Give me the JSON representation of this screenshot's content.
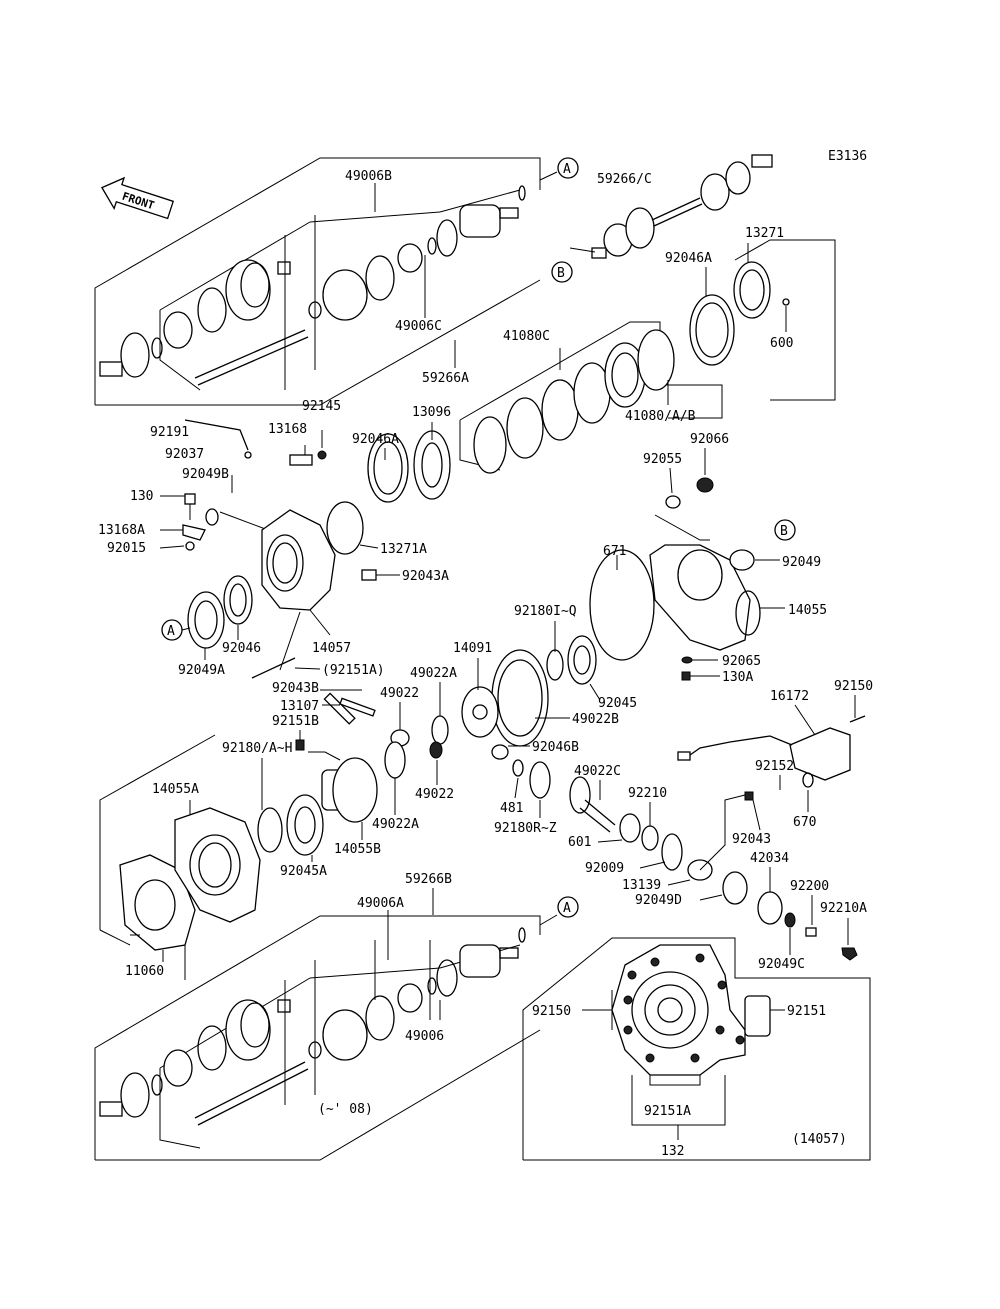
{
  "diagram_code": "E3136",
  "front_label": "FRONT",
  "callout_a": "A",
  "callout_b": "B",
  "labels": {
    "p49006B": "49006B",
    "p59266C": "59266/C",
    "p13271": "13271",
    "p92046A_top": "92046A",
    "p600": "600",
    "p49006C": "49006C",
    "p59266A": "59266A",
    "p41080C": "41080C",
    "p41080AB": "41080/A/B",
    "p92145": "92145",
    "p13096": "13096",
    "p92191": "92191",
    "p13168": "13168",
    "p92046A_mid": "92046A",
    "p92066": "92066",
    "p92037": "92037",
    "p92049B": "92049B",
    "p92055": "92055",
    "p130": "130",
    "p13168A": "13168A",
    "p92015": "92015",
    "p13271A": "13271A",
    "p671": "671",
    "p92049": "92049",
    "p92043A": "92043A",
    "p14055": "14055",
    "p92046": "92046",
    "p14057": "14057",
    "p92180IQ": "92180I~Q",
    "p14091": "14091",
    "p92049A": "92049A",
    "p92151A_paren": "(92151A)",
    "p49022A_top": "49022A",
    "p92065": "92065",
    "p130A": "130A",
    "p92045": "92045",
    "p92043B": "92043B",
    "p13107": "13107",
    "p49022_top": "49022",
    "p49022B": "49022B",
    "p16172": "16172",
    "p92150_top": "92150",
    "p92151B": "92151B",
    "p92046B": "92046B",
    "p14055A": "14055A",
    "p92180AH": "92180/A~H",
    "p49022_mid": "49022",
    "p49022C": "49022C",
    "p92152": "92152",
    "p481": "481",
    "p92210": "92210",
    "p670": "670",
    "p49022A_low": "49022A",
    "p92180RZ": "92180R~Z",
    "p601": "601",
    "p92043": "92043",
    "p14055B": "14055B",
    "p59266B": "59266B",
    "p92045A": "92045A",
    "p92009": "92009",
    "p42034": "42034",
    "p13139": "13139",
    "p92200": "92200",
    "p49006A": "49006A",
    "p92049D": "92049D",
    "p92210A": "92210A",
    "p11060": "11060",
    "p92049C": "92049C",
    "p92150_low": "92150",
    "p92151": "92151",
    "p49006": "49006",
    "p08": "(~' 08)",
    "p92151A": "92151A",
    "p14057_paren": "(14057)",
    "p132": "132"
  }
}
